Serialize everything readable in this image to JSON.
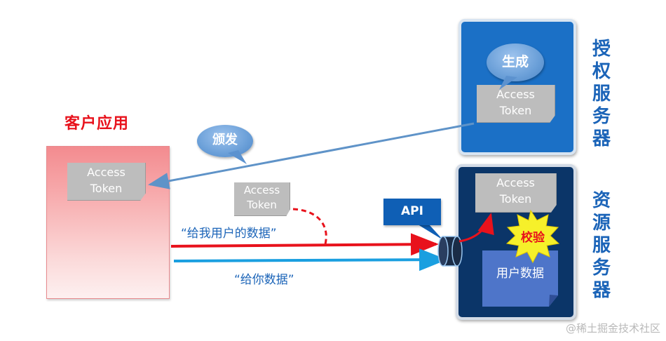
{
  "client": {
    "title": "客户应用"
  },
  "token": {
    "line1": "Access",
    "line2": "Token"
  },
  "auth_server": {
    "label": "授权服务器",
    "bubble": "生成"
  },
  "resource_server": {
    "label": "资源服务器",
    "verify": "校验",
    "user_data": "用户数据"
  },
  "issue_bubble": "颁发",
  "api_label": "API",
  "request_text": "“给我用户的数据”",
  "response_text": "“给你数据”",
  "watermark": "@稀土掘金技术社区",
  "colors": {
    "red_arrow": "#e8121c",
    "blue_arrow": "#1a9fe0",
    "issue_arrow": "#5f93c8",
    "server_blue": "#1b70c6",
    "resource_navy": "#0b3568"
  }
}
